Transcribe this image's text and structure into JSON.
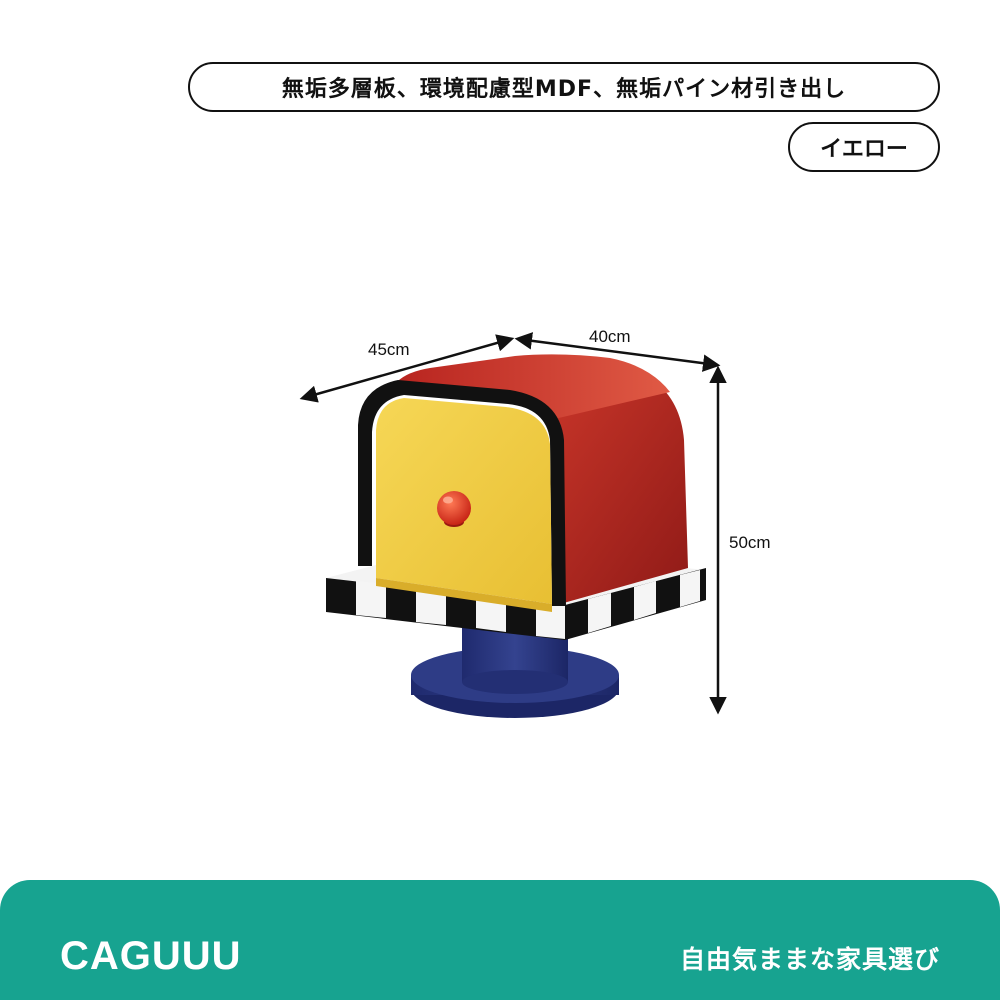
{
  "spec": {
    "materials": "無垢多層板、環境配慮型MDF、無垢パイン材引き出し",
    "color": "イエロー"
  },
  "dimensions": {
    "width": "45cm",
    "depth": "40cm",
    "height": "50cm"
  },
  "footer": {
    "brand": "CAGUUU",
    "tagline": "自由気ままな家具選び"
  },
  "colors": {
    "drawer_front": "#f2d04a",
    "body_red": "#b8241f",
    "base_blue": "#27337a",
    "knob": "#e0301d",
    "footer_bg": "#17a390"
  }
}
